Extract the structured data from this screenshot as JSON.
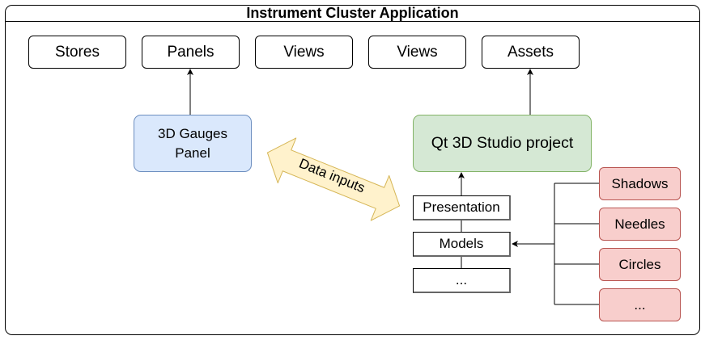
{
  "diagram": {
    "title": "Instrument Cluster Application",
    "top_row": [
      {
        "id": "stores",
        "label": "Stores"
      },
      {
        "id": "panels",
        "label": "Panels"
      },
      {
        "id": "views-1",
        "label": "Views"
      },
      {
        "id": "views-2",
        "label": "Views"
      },
      {
        "id": "assets",
        "label": "Assets"
      }
    ],
    "gauges_panel": {
      "line1": "3D Gauges",
      "line2": "Panel",
      "fill": "#dae8fc",
      "stroke": "#6c8ebf"
    },
    "studio_project": {
      "label": "Qt 3D Studio project",
      "fill": "#d5e8d4",
      "stroke": "#82b366"
    },
    "data_inputs": {
      "label": "Data inputs",
      "fill": "#fff2cc",
      "stroke": "#d6b656"
    },
    "project_stack": [
      {
        "id": "presentation",
        "label": "Presentation"
      },
      {
        "id": "models",
        "label": "Models"
      },
      {
        "id": "more",
        "label": "..."
      }
    ],
    "model_items": [
      {
        "id": "shadows",
        "label": "Shadows"
      },
      {
        "id": "needles",
        "label": "Needles"
      },
      {
        "id": "circles",
        "label": "Circles"
      },
      {
        "id": "more",
        "label": "..."
      }
    ],
    "model_item_colors": {
      "fill": "#f8cecc",
      "stroke": "#b85450"
    },
    "edges": [
      {
        "from": "3D Gauges Panel",
        "to": "Panels",
        "type": "arrow"
      },
      {
        "from": "Qt 3D Studio project",
        "to": "Assets",
        "type": "arrow"
      },
      {
        "from": "Presentation",
        "to": "Qt 3D Studio project",
        "type": "arrow"
      },
      {
        "from": "Model items",
        "to": "Models",
        "type": "arrow"
      },
      {
        "from": "3D Gauges Panel",
        "to": "Qt 3D Studio project",
        "type": "double-arrow",
        "label": "Data inputs"
      }
    ]
  }
}
